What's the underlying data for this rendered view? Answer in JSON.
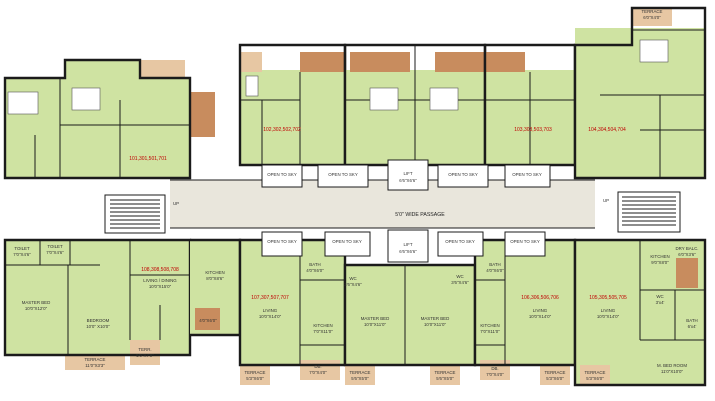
{
  "colors": {
    "room_fill": "#cfe3a2",
    "terrace_fill": "#e7c7a3",
    "brown_block": "#c88c5e",
    "passage_fill": "#e9e6dc",
    "wall": "#1b1b1b",
    "unit_tag": "#c00000"
  },
  "passage": {
    "label": "5'0\" WIDE PASSAGE"
  },
  "stair": {
    "up_left": "UP",
    "up_right": "UP"
  },
  "unit_tags": {
    "u101": "101,301,501,701",
    "u102": "102,302,502,702",
    "u103": "103,303,503,703",
    "u104": "104,304,504,704",
    "u105": "105,305,505,705",
    "u106": "106,306,506,706",
    "u107": "107,307,507,707",
    "u108": "108,308,508,708"
  },
  "top": {
    "open_sky": "OPEN TO SKY",
    "lift": "LIFT",
    "lift_dim": "6'6\"X6'6\"",
    "terrace": "TERRACE",
    "terrace_dim": "6'0\"X4'0\""
  },
  "bottom": {
    "open_sky": "OPEN TO SKY",
    "lift": "LIFT",
    "lift_dim": "6'6\"X6'6\"",
    "toilet": "TOILET",
    "toilet1_dim": "7'0\"X4'6\"",
    "toilet2_dim": "7'0\"X4'6\"",
    "living_dining": "LIVING / DINING",
    "living_dining_dim": "10'0\"X15'0\"",
    "kitchen": "KITCHEN",
    "kitchen_a_dim": "8'0\"X8'6\"",
    "kitchen_b_dim": "9'0\"X8'0\"",
    "kitchen_c_dim": "7'0\"X11'0\"",
    "master_bed": "MASTER BED",
    "master_bed_a_dim": "10'0\"X12'0\"",
    "master_bed_b_dim": "10'0\"X11'0\"",
    "bedroom": "BEDROOM",
    "bedroom_dim": "10'0\" X10'0\"",
    "terrace": "TERRACE",
    "terrace_a_dim": "11'0\"X3'3\"",
    "terr": "TERR.",
    "terr_dim": "5'0\"X7'0\"",
    "util_dim": "4'0\"X6'0\"",
    "living": "LIVING",
    "living_dim": "10'0\"X14'0\"",
    "bath": "BATH",
    "bath_dim": "4'0\"X6'0\"",
    "bath_b_dim": "6'x4'",
    "wc": "WC",
    "wc_dim": "3'6\"X4'6\"",
    "wc_b_dim": "3'x4'",
    "db": "DB.",
    "db_dim": "7'0\"X4'0\"",
    "terrace_s_dim": "5'3\"X6'0\"",
    "terrace_t_dim": "5'6\"X5'0\"",
    "dry_balc": "DRY BALC.",
    "dry_balc_dim": "6'0\"X3'6\"",
    "mbed_room": "M. BED ROOM",
    "mbed_room_dim": "11'0\"X10'0\""
  }
}
